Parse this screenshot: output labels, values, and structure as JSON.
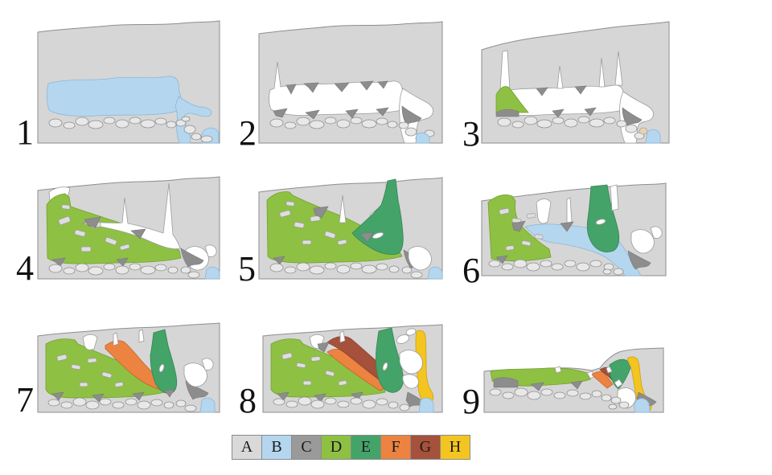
{
  "figure": {
    "stages": [
      {
        "number": "1"
      },
      {
        "number": "2"
      },
      {
        "number": "3"
      },
      {
        "number": "4"
      },
      {
        "number": "5"
      },
      {
        "number": "6"
      },
      {
        "number": "7"
      },
      {
        "number": "8"
      },
      {
        "number": "9"
      }
    ],
    "legend": {
      "items": [
        {
          "label": "A",
          "color": "#d9d9d9"
        },
        {
          "label": "B",
          "color": "#b5d6ef"
        },
        {
          "label": "C",
          "color": "#9a9a9a"
        },
        {
          "label": "D",
          "color": "#8ec044"
        },
        {
          "label": "E",
          "color": "#44a369"
        },
        {
          "label": "F",
          "color": "#ec8340"
        },
        {
          "label": "G",
          "color": "#a5513b"
        },
        {
          "label": "H",
          "color": "#f4c520"
        }
      ]
    }
  }
}
